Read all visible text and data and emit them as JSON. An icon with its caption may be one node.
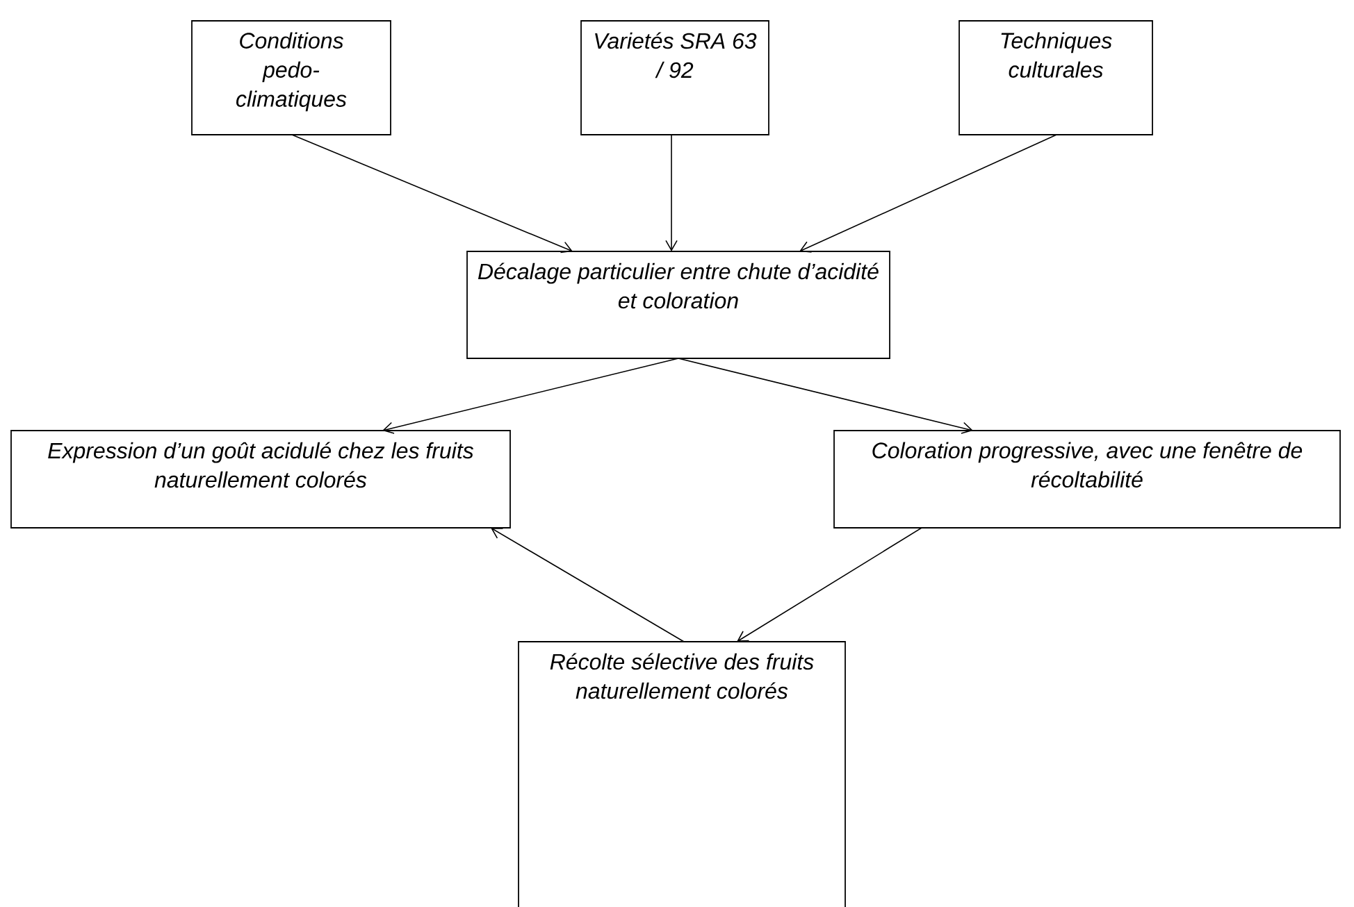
{
  "diagram": {
    "nodes": [
      {
        "text": [
          "Conditions pedo-climatiques"
        ]
      },
      {
        "text": [
          "Varietés SRA 63 / 92"
        ]
      },
      {
        "text": [
          "Techniques culturales"
        ]
      },
      {
        "text": [
          "Décalage particulier entre chute d’acidité et coloration"
        ]
      },
      {
        "text": [
          "Expression d’un goût acidulé chez les fruits naturellement colorés"
        ]
      },
      {
        "text": [
          "Coloration progressive, avec une fenêtre de récoltabilité"
        ]
      },
      {
        "text": [
          "Récolte sélective des fruits naturellement colorés"
        ]
      }
    ],
    "edges": [
      {
        "from": 0,
        "to": 3,
        "arrow": "to"
      },
      {
        "from": 1,
        "to": 3,
        "arrow": "to"
      },
      {
        "from": 2,
        "to": 3,
        "arrow": "to"
      },
      {
        "from": 3,
        "to": 4,
        "arrow": "to"
      },
      {
        "from": 3,
        "to": 5,
        "arrow": "to"
      },
      {
        "from": 5,
        "to": 6,
        "arrow": "to"
      },
      {
        "from": 6,
        "to": 4,
        "arrow": "to"
      }
    ]
  }
}
